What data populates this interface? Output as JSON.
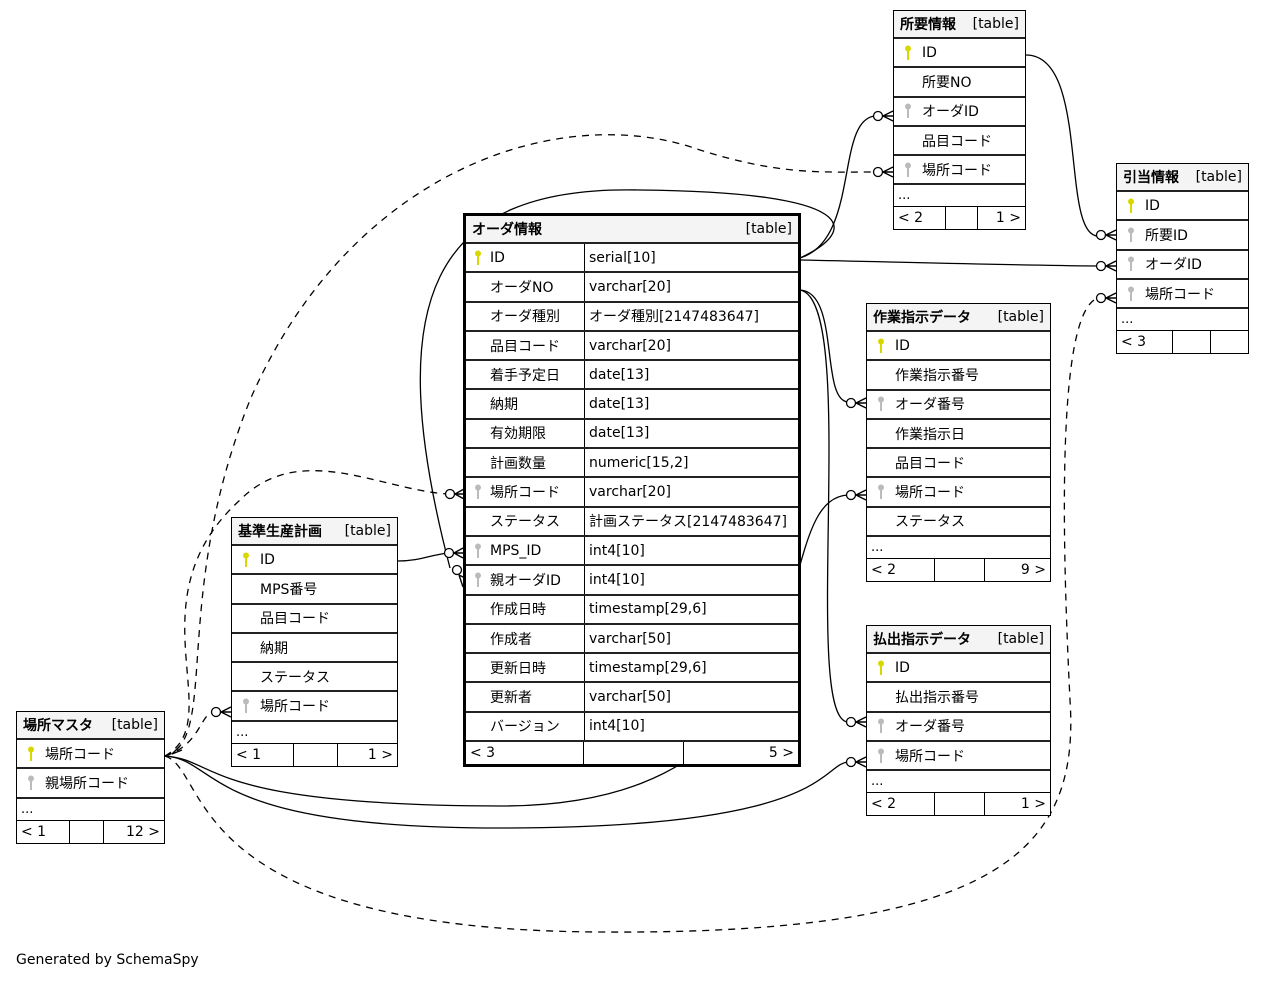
{
  "colors": {
    "primary_key": "#d8d800",
    "foreign_key": "#bbbbbb",
    "header_bg": "#f4f4f4"
  },
  "footer": "Generated by SchemaSpy",
  "tables": {
    "order": {
      "name": "オーダ情報",
      "kind": "[table]",
      "columns": [
        {
          "name": "ID",
          "type": "serial[10]",
          "key": "pk"
        },
        {
          "name": "オーダNO",
          "type": "varchar[20]",
          "key": ""
        },
        {
          "name": "オーダ種別",
          "type": "オーダ種別[2147483647]",
          "key": ""
        },
        {
          "name": "品目コード",
          "type": "varchar[20]",
          "key": ""
        },
        {
          "name": "着手予定日",
          "type": "date[13]",
          "key": ""
        },
        {
          "name": "納期",
          "type": "date[13]",
          "key": ""
        },
        {
          "name": "有効期限",
          "type": "date[13]",
          "key": ""
        },
        {
          "name": "計画数量",
          "type": "numeric[15,2]",
          "key": ""
        },
        {
          "name": "場所コード",
          "type": "varchar[20]",
          "key": "fk"
        },
        {
          "name": "ステータス",
          "type": "計画ステータス[2147483647]",
          "key": ""
        },
        {
          "name": "MPS_ID",
          "type": "int4[10]",
          "key": "fk"
        },
        {
          "name": "親オーダID",
          "type": "int4[10]",
          "key": "fk"
        },
        {
          "name": "作成日時",
          "type": "timestamp[29,6]",
          "key": ""
        },
        {
          "name": "作成者",
          "type": "varchar[50]",
          "key": ""
        },
        {
          "name": "更新日時",
          "type": "timestamp[29,6]",
          "key": ""
        },
        {
          "name": "更新者",
          "type": "varchar[50]",
          "key": ""
        },
        {
          "name": "バージョン",
          "type": "int4[10]",
          "key": ""
        }
      ],
      "footer": {
        "parents": "< 3",
        "middle": "",
        "children": "5 >"
      }
    },
    "shoyo": {
      "name": "所要情報",
      "kind": "[table]",
      "columns": [
        {
          "name": "ID",
          "key": "pk"
        },
        {
          "name": "所要NO",
          "key": ""
        },
        {
          "name": "オーダID",
          "key": "fk"
        },
        {
          "name": "品目コード",
          "key": ""
        },
        {
          "name": "場所コード",
          "key": "fk"
        }
      ],
      "more": "...",
      "footer": {
        "parents": "< 2",
        "middle": "",
        "children": "1 >"
      }
    },
    "hikiate": {
      "name": "引当情報",
      "kind": "[table]",
      "columns": [
        {
          "name": "ID",
          "key": "pk"
        },
        {
          "name": "所要ID",
          "key": "fk"
        },
        {
          "name": "オーダID",
          "key": "fk"
        },
        {
          "name": "場所コード",
          "key": "fk"
        }
      ],
      "more": "...",
      "footer": {
        "parents": "< 3",
        "middle": "",
        "children": ""
      }
    },
    "sagyo": {
      "name": "作業指示データ",
      "kind": "[table]",
      "columns": [
        {
          "name": "ID",
          "key": "pk"
        },
        {
          "name": "作業指示番号",
          "key": ""
        },
        {
          "name": "オーダ番号",
          "key": "fk"
        },
        {
          "name": "作業指示日",
          "key": ""
        },
        {
          "name": "品目コード",
          "key": ""
        },
        {
          "name": "場所コード",
          "key": "fk"
        },
        {
          "name": "ステータス",
          "key": ""
        }
      ],
      "more": "...",
      "footer": {
        "parents": "< 2",
        "middle": "",
        "children": "9 >"
      }
    },
    "haraidashi": {
      "name": "払出指示データ",
      "kind": "[table]",
      "columns": [
        {
          "name": "ID",
          "key": "pk"
        },
        {
          "name": "払出指示番号",
          "key": ""
        },
        {
          "name": "オーダ番号",
          "key": "fk"
        },
        {
          "name": "場所コード",
          "key": "fk"
        }
      ],
      "more": "...",
      "footer": {
        "parents": "< 2",
        "middle": "",
        "children": "1 >"
      }
    },
    "mps": {
      "name": "基準生産計画",
      "kind": "[table]",
      "columns": [
        {
          "name": "ID",
          "key": "pk"
        },
        {
          "name": "MPS番号",
          "key": ""
        },
        {
          "name": "品目コード",
          "key": ""
        },
        {
          "name": "納期",
          "key": ""
        },
        {
          "name": "ステータス",
          "key": ""
        },
        {
          "name": "場所コード",
          "key": "fk"
        }
      ],
      "more": "...",
      "footer": {
        "parents": "< 1",
        "middle": "",
        "children": "1 >"
      }
    },
    "basho": {
      "name": "場所マスタ",
      "kind": "[table]",
      "columns": [
        {
          "name": "場所コード",
          "key": "pk"
        },
        {
          "name": "親場所コード",
          "key": "fk"
        }
      ],
      "more": "...",
      "footer": {
        "parents": "< 1",
        "middle": "",
        "children": "12 >"
      }
    }
  }
}
